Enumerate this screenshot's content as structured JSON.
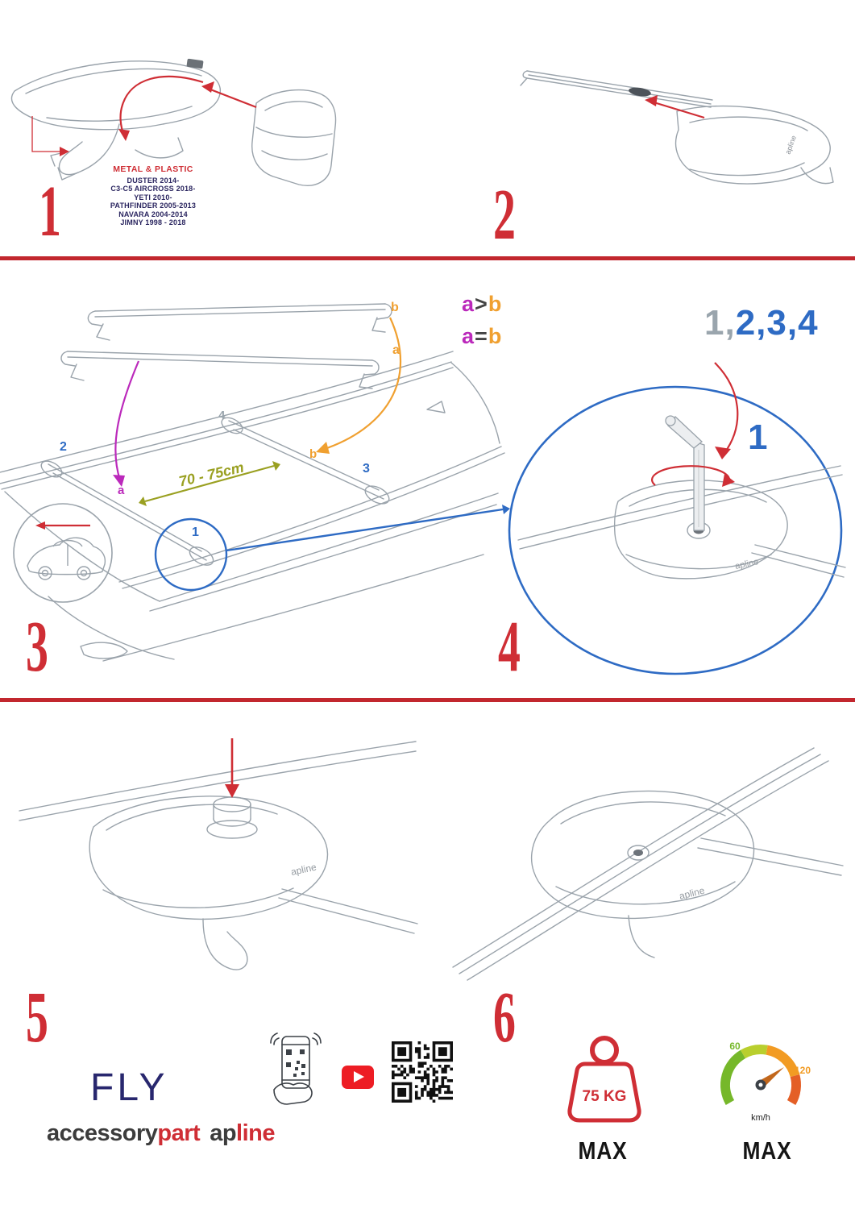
{
  "steps": [
    "1",
    "2",
    "3",
    "4",
    "5",
    "6"
  ],
  "section1": {
    "material_label": "METAL & PLASTIC",
    "models": [
      "DUSTER 2014-",
      "C3-C5 AIRCROSS 2018-",
      "YETI 2010-",
      "PATHFINDER 2005-2013",
      "NAVARA 2004-2014",
      "JIMNY 1998 - 2018"
    ]
  },
  "section3": {
    "bar_label_b": "b",
    "bar_label_a": "a",
    "compare_gt": {
      "a": "a",
      "op": ">",
      "b": "b"
    },
    "compare_eq": {
      "a": "a",
      "op": "=",
      "b": "b"
    },
    "distance_label": "70 - 75cm",
    "roof_labels": {
      "front_left": "2",
      "rear_left": "4",
      "rear_b": "b",
      "rear_right": "3",
      "front_a": "a",
      "foot": "1"
    }
  },
  "section4": {
    "sequence_first": "1,",
    "sequence_rest": "2,3,4",
    "callout": "1"
  },
  "logo": {
    "text": "apline"
  },
  "footer": {
    "product_name": "FLY",
    "brand1_dark": "accessory",
    "brand1_red": "part",
    "brand2_dark": "ap",
    "brand2_red": "line",
    "weight_value": "75 KG",
    "weight_max": "MAX",
    "speed_60": "60",
    "speed_120": "120",
    "speed_unit": "km/h",
    "speed_max": "MAX"
  },
  "colors": {
    "accent_red": "#cf2e35",
    "blue": "#2e6bc4",
    "orange": "#f0a030",
    "magenta": "#bb29bb",
    "olive": "#9aa021",
    "navy": "#2b2660"
  }
}
